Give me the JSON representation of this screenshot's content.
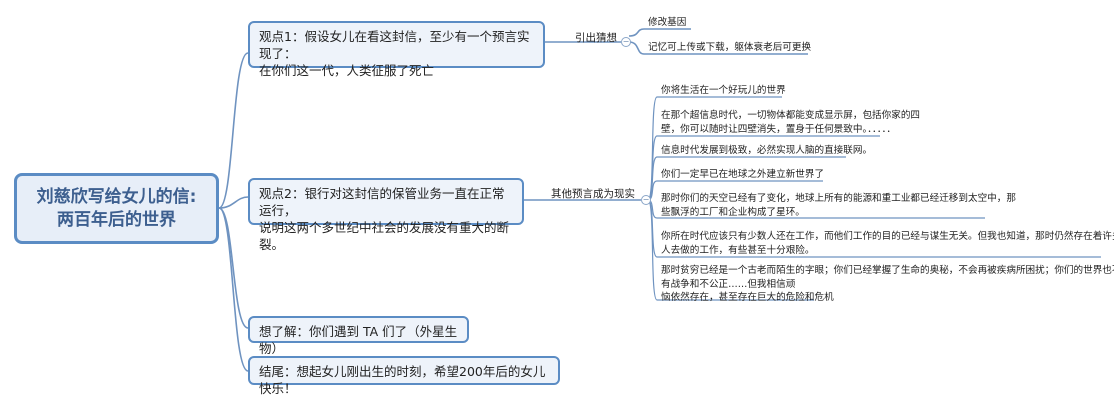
{
  "root": {
    "line1": "刘慈欣写给女儿的信:",
    "line2": "两百年后的世界"
  },
  "points": [
    {
      "line1": "观点1：假设女儿在看这封信，至少有一个预言实现了：",
      "line2": "在你们这一代，人类征服了死亡"
    },
    {
      "line1": "观点2：银行对这封信的保管业务一直在正常运行，",
      "line2": "说明这两个多世纪中社会的发展没有重大的断裂。"
    },
    {
      "line1": "想了解：你们遇到 TA 们了（外星生物）"
    },
    {
      "line1": "结尾：想起女儿刚出生的时刻，希望200年后的女儿快乐！"
    }
  ],
  "branch1": {
    "label": "引出猜想",
    "leaves": [
      "修改基因",
      "记忆可上传或下载，躯体衰老后可更换"
    ]
  },
  "branch2": {
    "label": "其他预言成为现实",
    "leaves": [
      {
        "lines": [
          "你将生活在一个好玩儿的世界"
        ]
      },
      {
        "lines": [
          "在那个超信息时代，一切物体都能变成显示屏，包括你家的四",
          "壁，你可以随时让四壁消失，置身于任何景致中。．．．．．"
        ]
      },
      {
        "lines": [
          "信息时代发展到极致，必然实现人脑的直接联网。"
        ]
      },
      {
        "lines": [
          "你们一定早已在地球之外建立新世界了"
        ]
      },
      {
        "lines": [
          "那时你们的天空已经有了变化，地球上所有的能源和重工业都已经迁移到太空中，那",
          "些飘浮的工厂和企业构成了星环。"
        ]
      },
      {
        "lines": [
          "你所在时代应该只有少数人还在工作，而他们工作的目的已经与谋生无关。但我也知道，那时仍然存在着许多需要",
          "人去做的工作，有些甚至十分艰险。"
        ]
      },
      {
        "lines": [
          "那时贫穷已经是一个古老而陌生的字眼；你们已经掌握了生命的奥秘，不会再被疾病所困扰；你们的世界也不会再",
          "有战争和不公正……但我相信顽",
          "恼依然存在，甚至存在巨大的危险和危机"
        ]
      }
    ]
  }
}
